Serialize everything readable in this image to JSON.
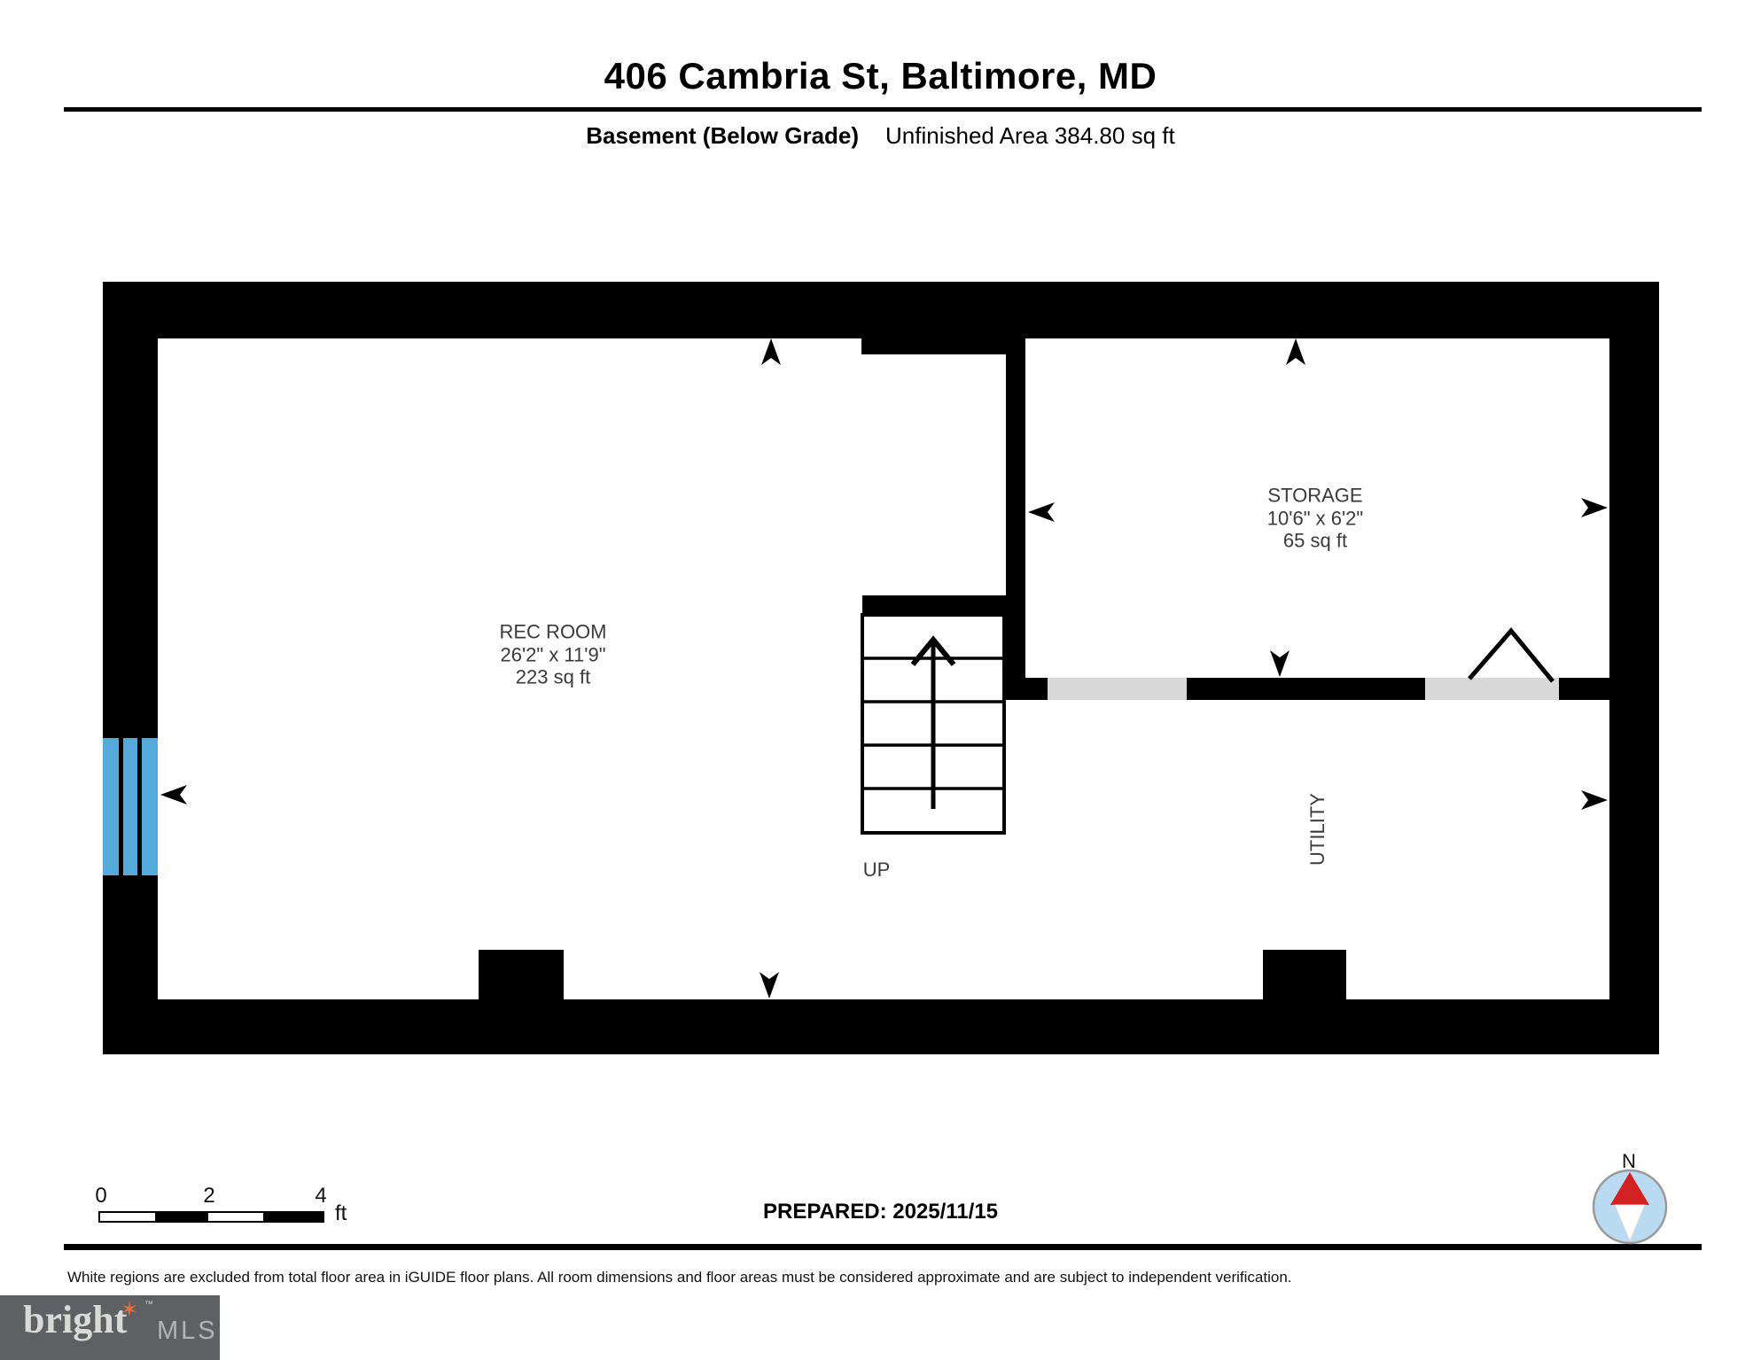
{
  "header": {
    "title": "406 Cambria St, Baltimore, MD",
    "floor_label": "Basement (Below Grade)",
    "area_label": "Unfinished Area 384.80 sq ft"
  },
  "rooms": {
    "rec_room": {
      "name": "REC ROOM",
      "dimensions": "26'2\" x 11'9\"",
      "area": "223 sq ft"
    },
    "storage": {
      "name": "STORAGE",
      "dimensions": "10'6\" x 6'2\"",
      "area": "65 sq ft"
    },
    "utility": {
      "name": "UTILITY"
    },
    "stairs": {
      "direction_label": "UP"
    }
  },
  "scale_bar": {
    "tick_0": "0",
    "tick_2": "2",
    "tick_4": "4",
    "unit": "ft"
  },
  "footer": {
    "prepared": "PREPARED: 2025/11/15",
    "compass_label": "N",
    "disclaimer": "White regions are excluded from total floor area in iGUIDE floor plans. All room dimensions and floor areas must be considered approximate and are subject to independent verification."
  },
  "brand": {
    "name": "bright",
    "trademark": "™",
    "suffix": "MLS"
  },
  "colors": {
    "wall": "#000000",
    "window_blue": "#55a9db",
    "door_gray": "#d8d8d8",
    "compass_fill": "#b9daf1",
    "compass_needle_red": "#d42222",
    "brand_background": "#5e6064",
    "brand_spark": "#e76f3c"
  }
}
